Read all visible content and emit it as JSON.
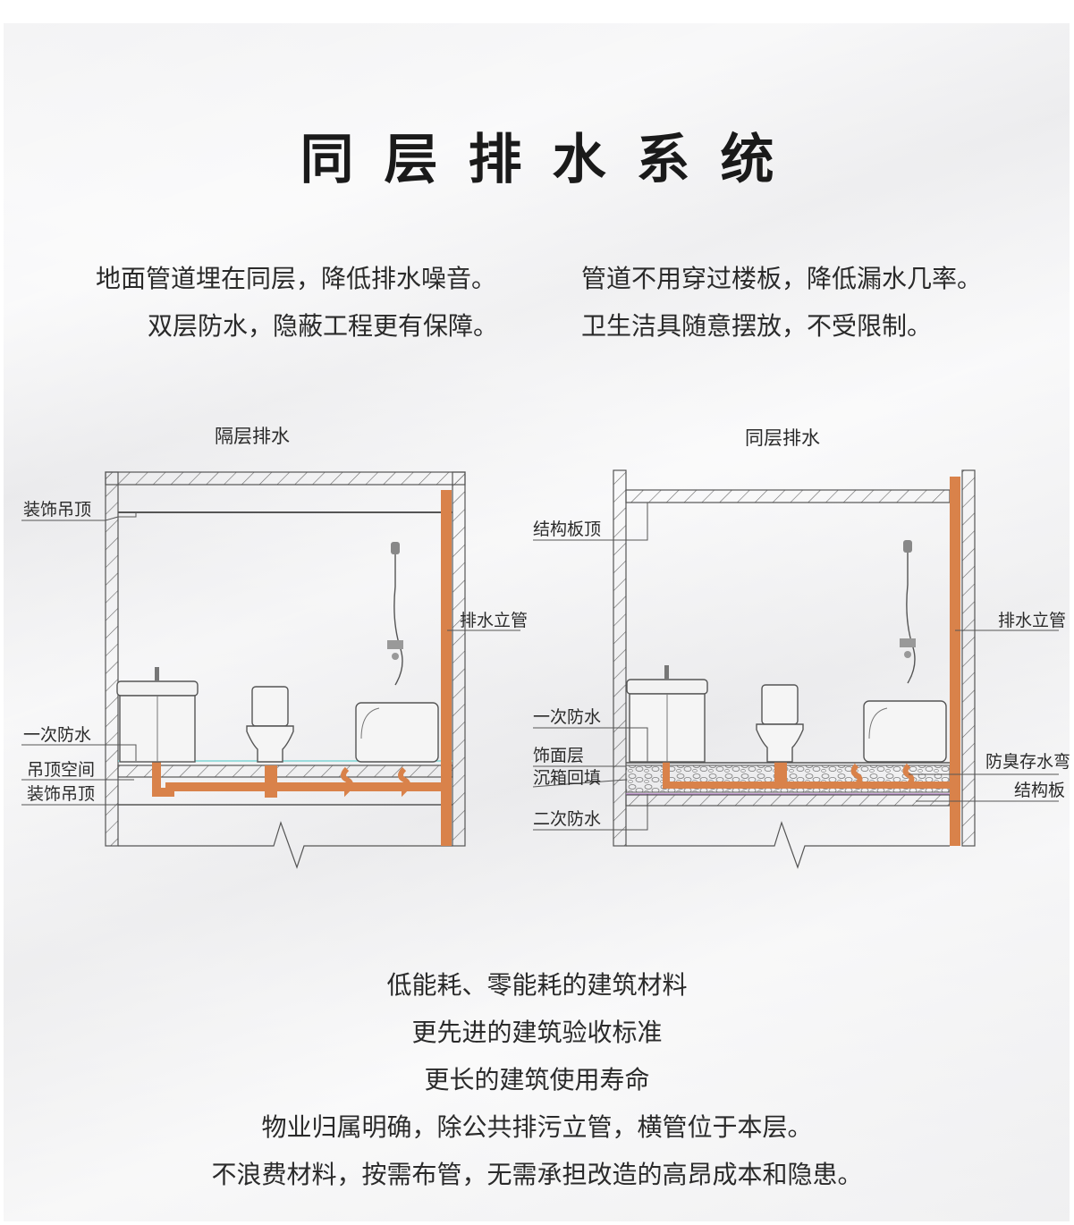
{
  "title": "同层排水系统",
  "features": {
    "left": [
      "地面管道埋在同层，降低排水噪音。",
      "双层防水，隐蔽工程更有保障。"
    ],
    "right": [
      "管道不用穿过楼板，降低漏水几率。",
      "卫生洁具随意摆放，不受限制。"
    ]
  },
  "diagram_left": {
    "title": "隔层排水",
    "labels": {
      "ceiling": "装饰吊顶",
      "riser": "排水立管",
      "waterproof1": "一次防水",
      "ceiling_space": "吊顶空间",
      "ceiling2": "装饰吊顶"
    }
  },
  "diagram_right": {
    "title": "同层排水",
    "labels": {
      "slab_top": "结构板顶",
      "riser": "排水立管",
      "waterproof1": "一次防水",
      "finish": "饰面层",
      "backfill": "沉箱回填",
      "waterproof2": "二次防水",
      "trap": "防臭存水弯",
      "slab": "结构板"
    }
  },
  "bottom_lines": [
    "低能耗、零能耗的建筑材料",
    "更先进的建筑验收标准",
    "更长的建筑使用寿命",
    "物业归属明确，除公共排污立管，横管位于本层。",
    "不浪费材料，按需布管，无需承担改造的高昂成本和隐患。"
  ],
  "colors": {
    "pipe": "#d9824a",
    "line": "#555555",
    "waterline": "#7fd6d6"
  }
}
